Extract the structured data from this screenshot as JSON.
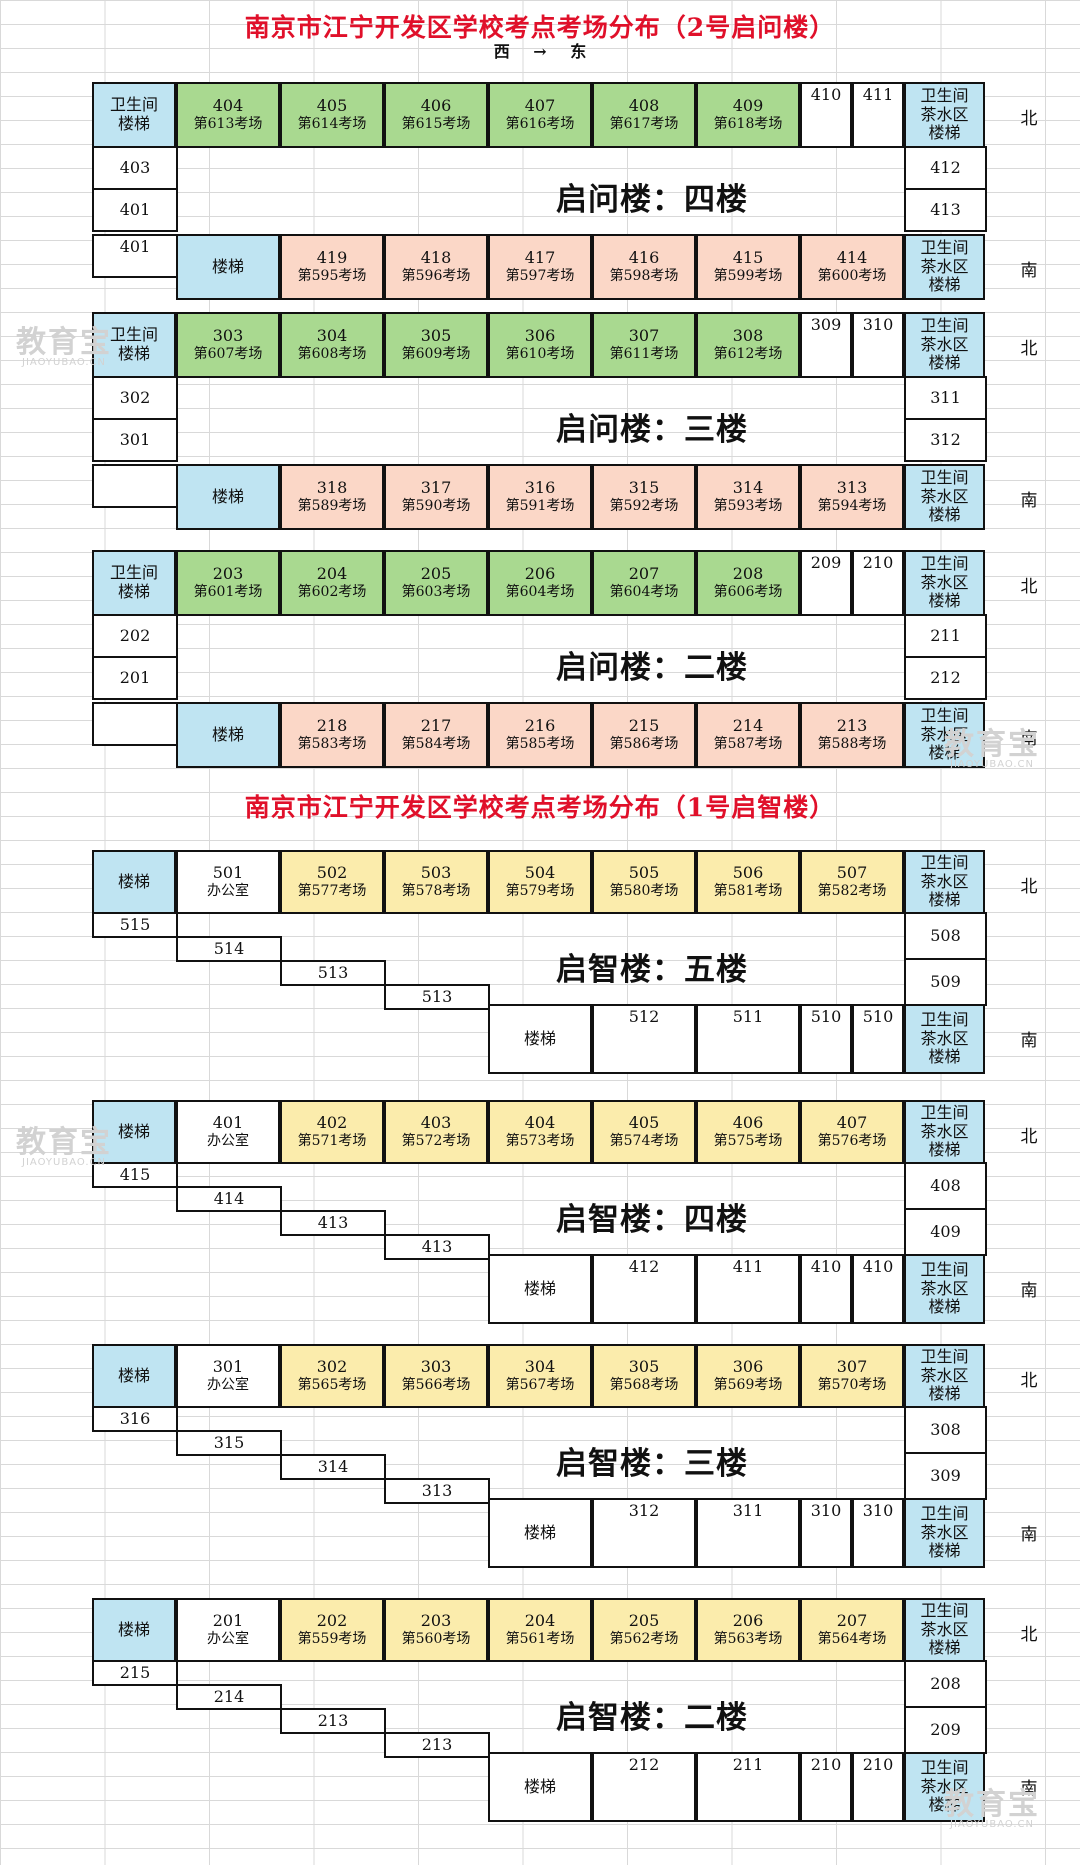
{
  "titles": {
    "building2": "南京市江宁开发区学校考点考场分布（2号启问楼）",
    "direction_west": "西",
    "direction_arrow": "→",
    "direction_east": "东",
    "building1": "南京市江宁开发区学校考点考场分布（1号启智楼）"
  },
  "side_labels": {
    "north": "北",
    "south": "南"
  },
  "watermark": {
    "brand": "教育宝",
    "domain": "JIAOYUBAO.CN"
  },
  "colors": {
    "title": "#e0102a",
    "blue": "#bfe4f2",
    "green": "#a9d990",
    "pink": "#fbd7c7",
    "yellow": "#fbecac"
  },
  "qiwen_floors": [
    {
      "label": "启问楼：四楼",
      "north": [
        {
          "room": "卫生间",
          "exam": "楼梯",
          "c": "blue"
        },
        {
          "room": "404",
          "exam": "第613考场",
          "c": "green"
        },
        {
          "room": "405",
          "exam": "第614考场",
          "c": "green"
        },
        {
          "room": "406",
          "exam": "第615考场",
          "c": "green"
        },
        {
          "room": "407",
          "exam": "第616考场",
          "c": "green"
        },
        {
          "room": "408",
          "exam": "第617考场",
          "c": "green"
        },
        {
          "room": "409",
          "exam": "第618考场",
          "c": "green"
        },
        {
          "room": "410",
          "exam": "",
          "c": "white"
        },
        {
          "room": "411",
          "exam": "",
          "c": "white"
        },
        {
          "room": "卫生间",
          "exam": "茶水区",
          "extra": "楼梯",
          "c": "blue"
        }
      ],
      "south": [
        {
          "room": "楼梯",
          "exam": "",
          "c": "blue"
        },
        {
          "room": "419",
          "exam": "第595考场",
          "c": "pink"
        },
        {
          "room": "418",
          "exam": "第596考场",
          "c": "pink"
        },
        {
          "room": "417",
          "exam": "第597考场",
          "c": "pink"
        },
        {
          "room": "416",
          "exam": "第598考场",
          "c": "pink"
        },
        {
          "room": "415",
          "exam": "第599考场",
          "c": "pink"
        },
        {
          "room": "414",
          "exam": "第600考场",
          "c": "pink"
        },
        {
          "room": "卫生间",
          "exam": "茶水区",
          "extra": "楼梯",
          "c": "blue"
        }
      ],
      "west": [
        "403",
        "401"
      ],
      "west_bottom": "401",
      "east": [
        "412",
        "413"
      ]
    },
    {
      "label": "启问楼：三楼",
      "north": [
        {
          "room": "卫生间",
          "exam": "楼梯",
          "c": "blue"
        },
        {
          "room": "303",
          "exam": "第607考场",
          "c": "green"
        },
        {
          "room": "304",
          "exam": "第608考场",
          "c": "green"
        },
        {
          "room": "305",
          "exam": "第609考场",
          "c": "green"
        },
        {
          "room": "306",
          "exam": "第610考场",
          "c": "green"
        },
        {
          "room": "307",
          "exam": "第611考场",
          "c": "green"
        },
        {
          "room": "308",
          "exam": "第612考场",
          "c": "green"
        },
        {
          "room": "309",
          "exam": "",
          "c": "white"
        },
        {
          "room": "310",
          "exam": "",
          "c": "white"
        },
        {
          "room": "卫生间",
          "exam": "茶水区",
          "extra": "楼梯",
          "c": "blue"
        }
      ],
      "south": [
        {
          "room": "楼梯",
          "exam": "",
          "c": "blue"
        },
        {
          "room": "318",
          "exam": "第589考场",
          "c": "pink"
        },
        {
          "room": "317",
          "exam": "第590考场",
          "c": "pink"
        },
        {
          "room": "316",
          "exam": "第591考场",
          "c": "pink"
        },
        {
          "room": "315",
          "exam": "第592考场",
          "c": "pink"
        },
        {
          "room": "314",
          "exam": "第593考场",
          "c": "pink"
        },
        {
          "room": "313",
          "exam": "第594考场",
          "c": "pink"
        },
        {
          "room": "卫生间",
          "exam": "茶水区",
          "extra": "楼梯",
          "c": "blue"
        }
      ],
      "west": [
        "302",
        "301"
      ],
      "west_bottom": "",
      "east": [
        "311",
        "312"
      ]
    },
    {
      "label": "启问楼：二楼",
      "north": [
        {
          "room": "卫生间",
          "exam": "楼梯",
          "c": "blue"
        },
        {
          "room": "203",
          "exam": "第601考场",
          "c": "green"
        },
        {
          "room": "204",
          "exam": "第602考场",
          "c": "green"
        },
        {
          "room": "205",
          "exam": "第603考场",
          "c": "green"
        },
        {
          "room": "206",
          "exam": "第604考场",
          "c": "green"
        },
        {
          "room": "207",
          "exam": "第604考场",
          "c": "green"
        },
        {
          "room": "208",
          "exam": "第606考场",
          "c": "green"
        },
        {
          "room": "209",
          "exam": "",
          "c": "white"
        },
        {
          "room": "210",
          "exam": "",
          "c": "white"
        },
        {
          "room": "卫生间",
          "exam": "茶水区",
          "extra": "楼梯",
          "c": "blue"
        }
      ],
      "south": [
        {
          "room": "楼梯",
          "exam": "",
          "c": "blue"
        },
        {
          "room": "218",
          "exam": "第583考场",
          "c": "pink"
        },
        {
          "room": "217",
          "exam": "第584考场",
          "c": "pink"
        },
        {
          "room": "216",
          "exam": "第585考场",
          "c": "pink"
        },
        {
          "room": "215",
          "exam": "第586考场",
          "c": "pink"
        },
        {
          "room": "214",
          "exam": "第587考场",
          "c": "pink"
        },
        {
          "room": "213",
          "exam": "第588考场",
          "c": "pink"
        },
        {
          "room": "卫生间",
          "exam": "茶水区",
          "extra": "楼梯",
          "c": "blue"
        }
      ],
      "west": [
        "202",
        "201"
      ],
      "west_bottom": "",
      "east": [
        "211",
        "212"
      ]
    }
  ],
  "qizhi_floors": [
    {
      "label": "启智楼：五楼",
      "north": [
        {
          "room": "楼梯",
          "exam": "",
          "c": "blue"
        },
        {
          "room": "501",
          "exam": "办公室",
          "c": "white"
        },
        {
          "room": "502",
          "exam": "第577考场",
          "c": "yellow"
        },
        {
          "room": "503",
          "exam": "第578考场",
          "c": "yellow"
        },
        {
          "room": "504",
          "exam": "第579考场",
          "c": "yellow"
        },
        {
          "room": "505",
          "exam": "第580考场",
          "c": "yellow"
        },
        {
          "room": "506",
          "exam": "第581考场",
          "c": "yellow"
        },
        {
          "room": "507",
          "exam": "第582考场",
          "c": "yellow"
        },
        {
          "room": "卫生间",
          "exam": "茶水区",
          "extra": "楼梯",
          "c": "blue"
        }
      ],
      "steps": [
        "515",
        "514",
        "513",
        "513"
      ],
      "south": [
        {
          "room": "楼梯",
          "exam": "",
          "c": "white"
        },
        {
          "room": "512",
          "exam": "",
          "c": "white"
        },
        {
          "room": "511",
          "exam": "",
          "c": "white"
        },
        {
          "room": "510",
          "exam": "",
          "c": "white"
        },
        {
          "room": "510",
          "exam": "",
          "c": "white"
        },
        {
          "room": "卫生间",
          "exam": "茶水区",
          "extra": "楼梯",
          "c": "blue"
        }
      ],
      "east": [
        "508",
        "509"
      ]
    },
    {
      "label": "启智楼：四楼",
      "north": [
        {
          "room": "楼梯",
          "exam": "",
          "c": "blue"
        },
        {
          "room": "401",
          "exam": "办公室",
          "c": "white"
        },
        {
          "room": "402",
          "exam": "第571考场",
          "c": "yellow"
        },
        {
          "room": "403",
          "exam": "第572考场",
          "c": "yellow"
        },
        {
          "room": "404",
          "exam": "第573考场",
          "c": "yellow"
        },
        {
          "room": "405",
          "exam": "第574考场",
          "c": "yellow"
        },
        {
          "room": "406",
          "exam": "第575考场",
          "c": "yellow"
        },
        {
          "room": "407",
          "exam": "第576考场",
          "c": "yellow"
        },
        {
          "room": "卫生间",
          "exam": "茶水区",
          "extra": "楼梯",
          "c": "blue"
        }
      ],
      "steps": [
        "415",
        "414",
        "413",
        "413"
      ],
      "south": [
        {
          "room": "楼梯",
          "exam": "",
          "c": "white"
        },
        {
          "room": "412",
          "exam": "",
          "c": "white"
        },
        {
          "room": "411",
          "exam": "",
          "c": "white"
        },
        {
          "room": "410",
          "exam": "",
          "c": "white"
        },
        {
          "room": "410",
          "exam": "",
          "c": "white"
        },
        {
          "room": "卫生间",
          "exam": "茶水区",
          "extra": "楼梯",
          "c": "blue"
        }
      ],
      "east": [
        "408",
        "409"
      ]
    },
    {
      "label": "启智楼：三楼",
      "north": [
        {
          "room": "楼梯",
          "exam": "",
          "c": "blue"
        },
        {
          "room": "301",
          "exam": "办公室",
          "c": "white"
        },
        {
          "room": "302",
          "exam": "第565考场",
          "c": "yellow"
        },
        {
          "room": "303",
          "exam": "第566考场",
          "c": "yellow"
        },
        {
          "room": "304",
          "exam": "第567考场",
          "c": "yellow"
        },
        {
          "room": "305",
          "exam": "第568考场",
          "c": "yellow"
        },
        {
          "room": "306",
          "exam": "第569考场",
          "c": "yellow"
        },
        {
          "room": "307",
          "exam": "第570考场",
          "c": "yellow"
        },
        {
          "room": "卫生间",
          "exam": "茶水区",
          "extra": "楼梯",
          "c": "blue"
        }
      ],
      "steps": [
        "316",
        "315",
        "314",
        "313"
      ],
      "south": [
        {
          "room": "楼梯",
          "exam": "",
          "c": "white"
        },
        {
          "room": "312",
          "exam": "",
          "c": "white"
        },
        {
          "room": "311",
          "exam": "",
          "c": "white"
        },
        {
          "room": "310",
          "exam": "",
          "c": "white"
        },
        {
          "room": "310",
          "exam": "",
          "c": "white"
        },
        {
          "room": "卫生间",
          "exam": "茶水区",
          "extra": "楼梯",
          "c": "blue"
        }
      ],
      "east": [
        "308",
        "309"
      ]
    },
    {
      "label": "启智楼：二楼",
      "north": [
        {
          "room": "楼梯",
          "exam": "",
          "c": "blue"
        },
        {
          "room": "201",
          "exam": "办公室",
          "c": "white"
        },
        {
          "room": "202",
          "exam": "第559考场",
          "c": "yellow"
        },
        {
          "room": "203",
          "exam": "第560考场",
          "c": "yellow"
        },
        {
          "room": "204",
          "exam": "第561考场",
          "c": "yellow"
        },
        {
          "room": "205",
          "exam": "第562考场",
          "c": "yellow"
        },
        {
          "room": "206",
          "exam": "第563考场",
          "c": "yellow"
        },
        {
          "room": "207",
          "exam": "第564考场",
          "c": "yellow"
        },
        {
          "room": "卫生间",
          "exam": "茶水区",
          "extra": "楼梯",
          "c": "blue"
        }
      ],
      "steps": [
        "215",
        "214",
        "213",
        "213"
      ],
      "south": [
        {
          "room": "楼梯",
          "exam": "",
          "c": "white"
        },
        {
          "room": "212",
          "exam": "",
          "c": "white"
        },
        {
          "room": "211",
          "exam": "",
          "c": "white"
        },
        {
          "room": "210",
          "exam": "",
          "c": "white"
        },
        {
          "room": "210",
          "exam": "",
          "c": "white"
        },
        {
          "room": "卫生间",
          "exam": "茶水区",
          "extra": "楼梯",
          "c": "blue"
        }
      ],
      "east": [
        "208",
        "209"
      ]
    }
  ]
}
